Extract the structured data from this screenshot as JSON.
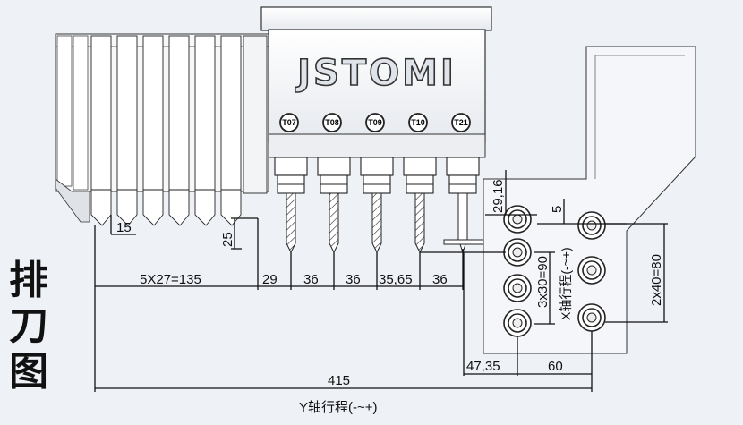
{
  "brand": "JSTOMI",
  "tools": [
    "T07",
    "T08",
    "T09",
    "T10",
    "T21"
  ],
  "title_chars": [
    "排",
    "刀",
    "图"
  ],
  "dims": {
    "d15": "15",
    "d25": "25",
    "pitch_total": "5X27=135",
    "d29": "29",
    "d36a": "36",
    "d36b": "36",
    "d3565": "35,65",
    "d36c": "36",
    "d2916": "29,16",
    "d5": "5",
    "x_mid": "3x30=90",
    "x_right": "2x40=80",
    "d4735": "47,35",
    "d60": "60",
    "d415": "415"
  },
  "x_travel": "X轴行程(-~+)",
  "y_travel": "Y轴行程(-~+)",
  "colors": {
    "background": "#eef1f6",
    "line": "#1a1a1a",
    "body": "#ffffff",
    "shade": "#c8ccd4"
  }
}
